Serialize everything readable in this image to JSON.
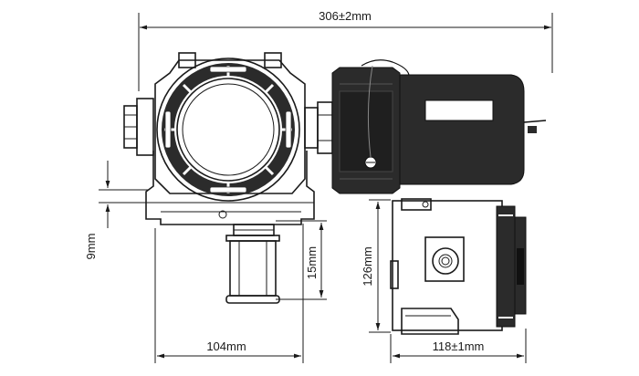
{
  "dimensions": {
    "overall_width": "306±2mm",
    "base_width": "104mm",
    "side_width": "118±1mm",
    "flange_height": "9mm",
    "nut_height": "15mm",
    "side_height": "126mm"
  }
}
